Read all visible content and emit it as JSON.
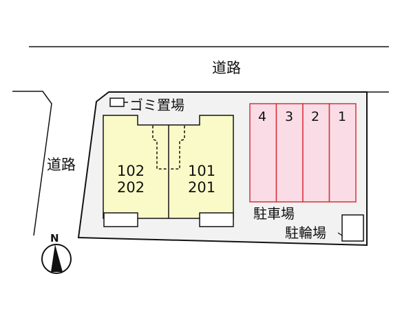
{
  "roads": {
    "top": "道路",
    "left": "道路"
  },
  "garbage": {
    "label": "ゴミ置場"
  },
  "units": {
    "left": {
      "lower": "102",
      "upper": "202"
    },
    "right": {
      "lower": "101",
      "upper": "201"
    }
  },
  "parking": {
    "label": "駐車場",
    "spaces": [
      "4",
      "3",
      "2",
      "1"
    ]
  },
  "bicycle": {
    "label": "駐輪場"
  },
  "compass": {
    "north": "N"
  },
  "colors": {
    "lot": "#f2f2f2",
    "building": "#fafac8",
    "parking_fill": "#fadcE6",
    "parking_stroke": "#d8323c"
  }
}
